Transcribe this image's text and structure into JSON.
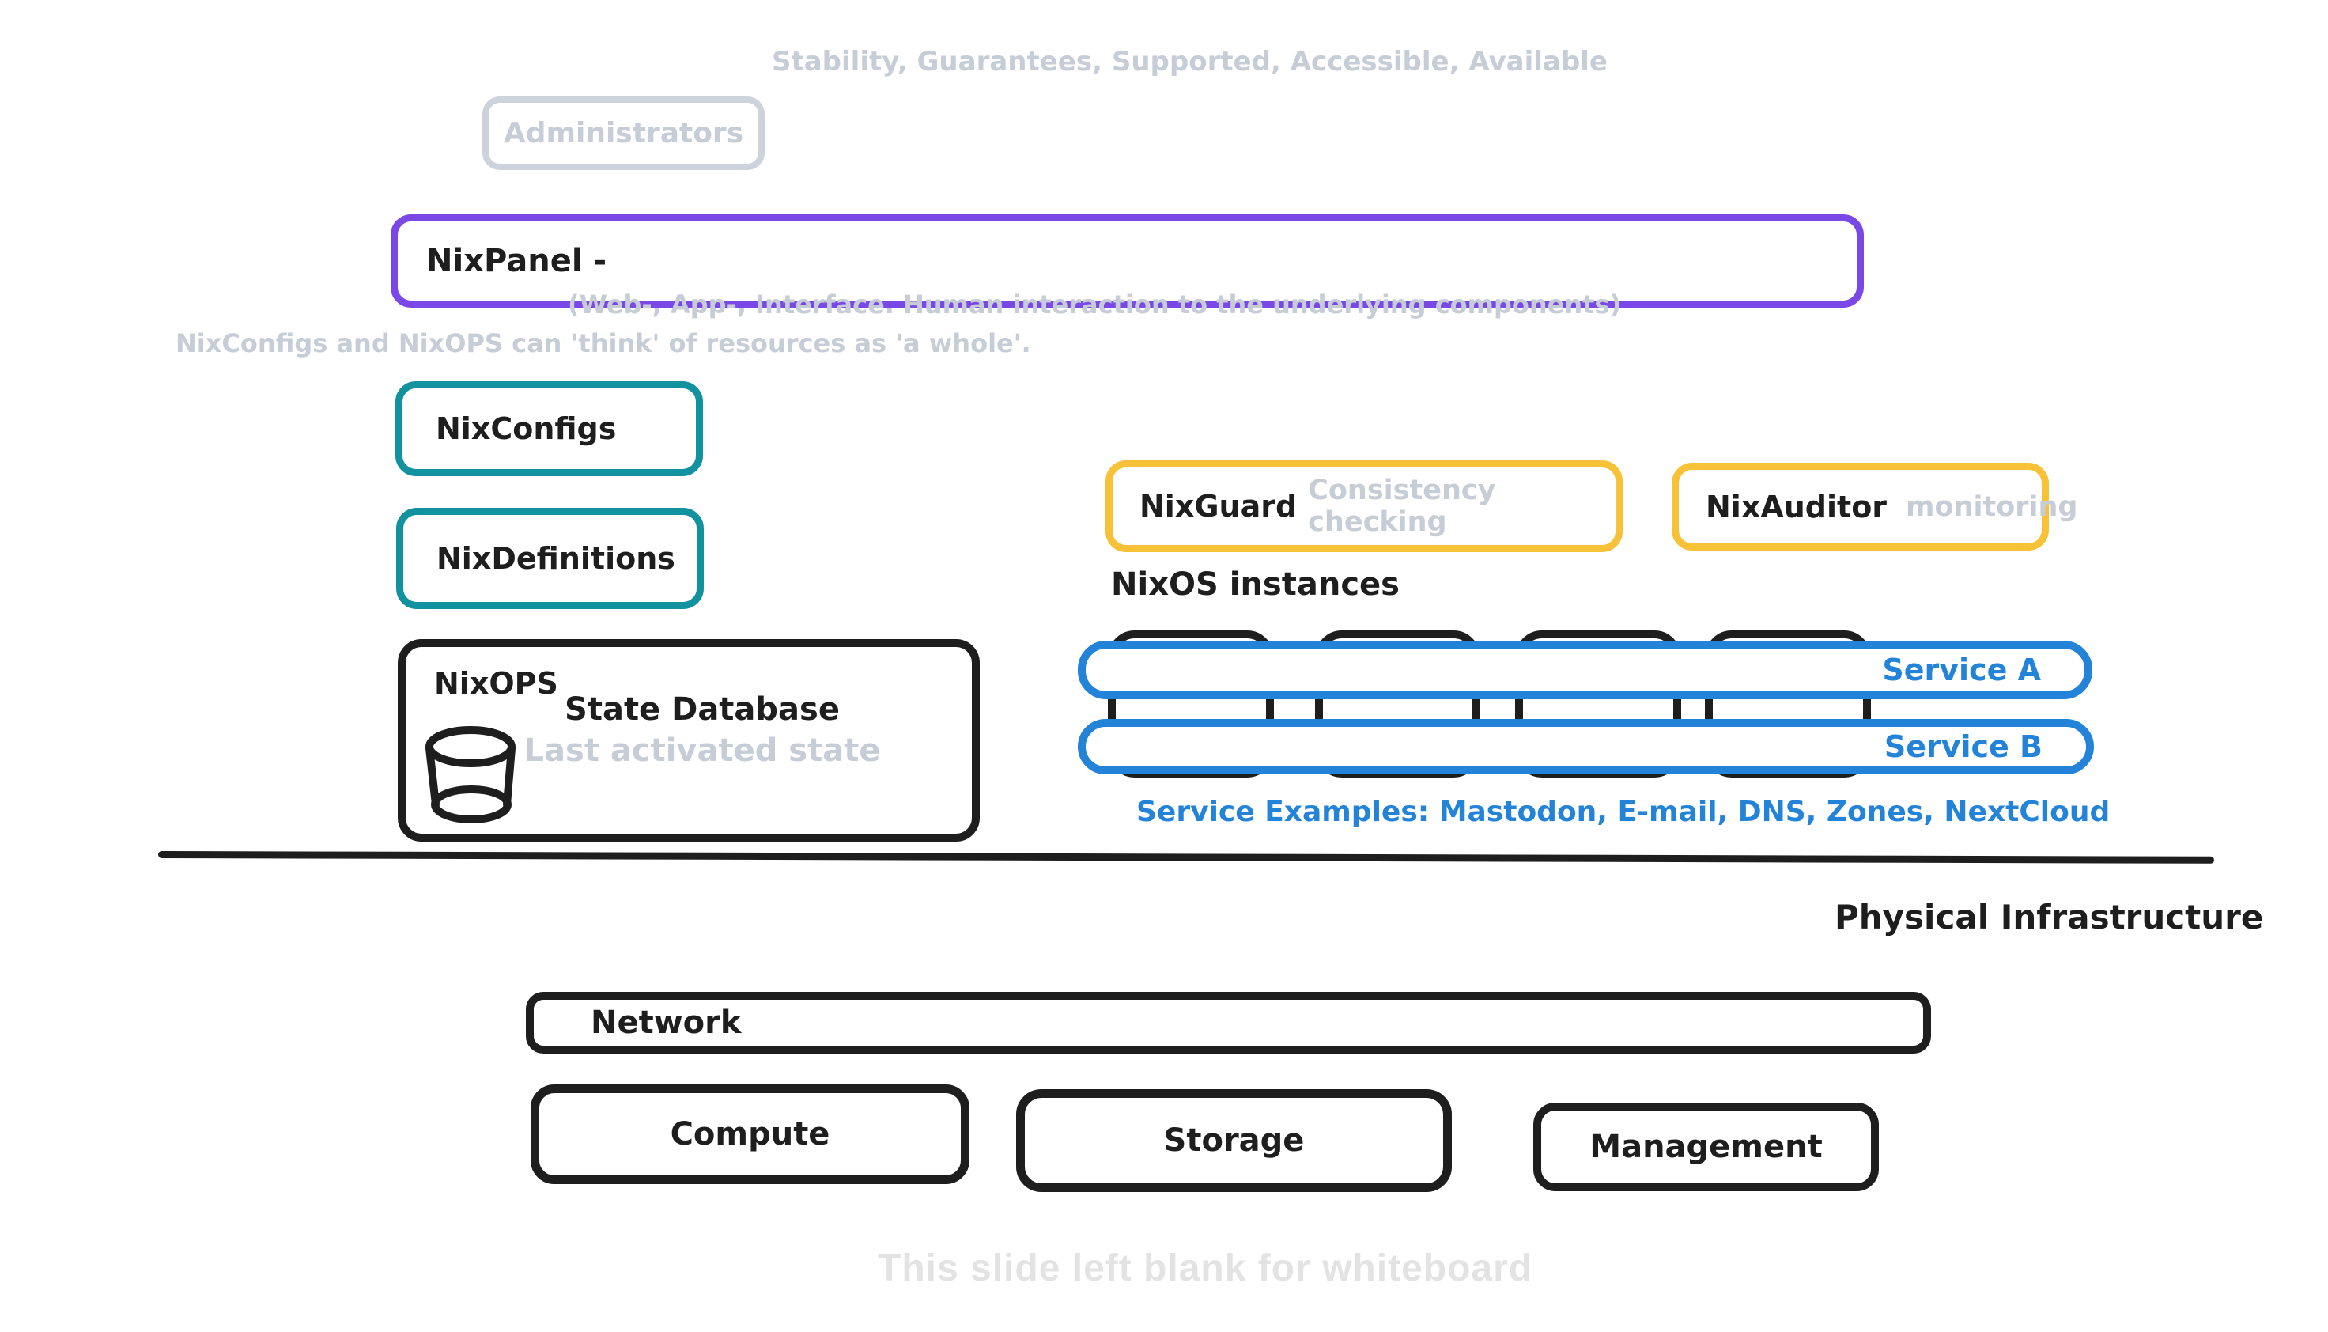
{
  "slide": {
    "annotations": {
      "qualities": "Stability, Guarantees, Supported, Accessible, Available",
      "nixpanel_description": "(Web-, App-, Interface. Human interaction to the underlying components)",
      "whole_note": "NixConfigs and NixOPS can 'think' of resources as 'a whole'.",
      "service_examples": "Service Examples: Mastodon, E-mail, DNS, Zones, NextCloud",
      "whiteboard_note": "This slide left blank for whiteboard"
    },
    "components": {
      "administrators": {
        "label": "Administrators"
      },
      "nixpanel": {
        "label": "NixPanel -"
      },
      "nixconfigs": {
        "label": "NixConfigs"
      },
      "nixdefinitions": {
        "label": "NixDefinitions"
      },
      "nixops": {
        "label": "NixOPS",
        "state_db_title": "State Database",
        "state_db_subtitle": "Last activated state",
        "icon": "database-icon"
      },
      "nixguard": {
        "label": "NixGuard",
        "annotation": "Consistency checking"
      },
      "nixauditor": {
        "label": "NixAuditor",
        "annotation": "monitoring"
      },
      "nixos_instances": {
        "label": "NixOS instances",
        "instance_count": 4
      },
      "services": [
        {
          "label": "Service A"
        },
        {
          "label": "Service B"
        }
      ]
    },
    "physical": {
      "label": "Physical Infrastructure",
      "network": {
        "label": "Network"
      },
      "compute": {
        "label": "Compute"
      },
      "storage": {
        "label": "Storage"
      },
      "management": {
        "label": "Management"
      }
    },
    "colors": {
      "purple": "#7b48e8",
      "teal": "#12919e",
      "yellow": "#f7c237",
      "blue": "#2383d8",
      "ink": "#1e1e1e",
      "annotation_gray": "#c6cdd6",
      "faint_gray": "#e3e3e3",
      "background": "#ffffff"
    }
  }
}
